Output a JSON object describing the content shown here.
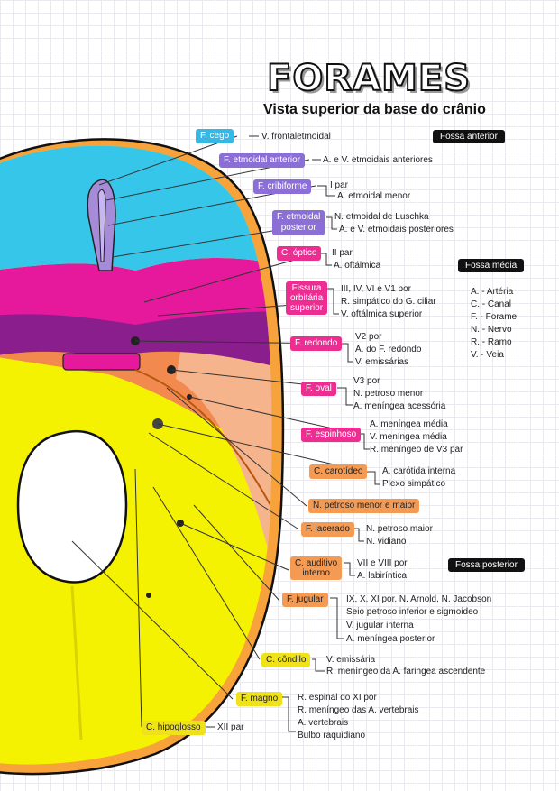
{
  "title": "FORAMES",
  "subtitle": "Vista superior da base do crânio",
  "colors": {
    "anterior": "#35c6ea",
    "cribriform": "#a58bd8",
    "magenta": "#e6199c",
    "purple": "#8a1e8c",
    "orange": "#f2894f",
    "peach": "#f6b48c",
    "yellow": "#f4f200",
    "cyan_label": "#35b8e6",
    "violet_label": "#8b6fd6",
    "pink_label": "#ee2d93",
    "orange_label": "#f59a53",
    "yellow_label": "#f0e21a"
  },
  "fossae": [
    "Fossa anterior",
    "Fossa média",
    "Fossa posterior"
  ],
  "legend": [
    "A. - Artéria",
    "C. - Canal",
    "F. - Forame",
    "N. - Nervo",
    "R. - Ramo",
    "V. - Veia"
  ],
  "foramina": [
    {
      "name": "F. cego",
      "contents": [
        "V. frontaletmoidal"
      ]
    },
    {
      "name": "F. etmoidal anterior",
      "contents": [
        "A. e V. etmoidais anteriores"
      ]
    },
    {
      "name": "F. cribiforme",
      "contents": [
        "I par",
        "A. etmoidal menor"
      ]
    },
    {
      "name": "F. etmoidal posterior",
      "name_lines": [
        "F. etmoidal",
        "posterior"
      ],
      "contents": [
        "N. etmoidal de Luschka",
        "A. e V. etmoidais posteriores"
      ]
    },
    {
      "name": "C. óptico",
      "contents": [
        "II par",
        "A. oftálmica"
      ]
    },
    {
      "name": "Fissura orbitária superior",
      "name_lines": [
        "Fissura",
        "orbitária",
        "superior"
      ],
      "contents": [
        "III, IV, VI e V1 por",
        "R. simpático do G. ciliar",
        "V. oftálmica superior"
      ]
    },
    {
      "name": "F. redondo",
      "contents": [
        "V2 por",
        "A. do F. redondo",
        "V. emissárias"
      ]
    },
    {
      "name": "F. oval",
      "contents": [
        "V3 por",
        "N. petroso menor",
        "A. meníngea acessória"
      ]
    },
    {
      "name": "F. espinhoso",
      "contents": [
        "A. meníngea média",
        "V. meníngea média",
        "R. meníngeo de V3 par"
      ]
    },
    {
      "name": "C. carotídeo",
      "contents": [
        "A. carótida interna",
        "Plexo simpático"
      ]
    },
    {
      "name": "N. petroso menor e maior",
      "contents": []
    },
    {
      "name": "F. lacerado",
      "contents": [
        "N. petroso maior",
        "N. vidiano"
      ]
    },
    {
      "name": "C. auditivo interno",
      "name_lines": [
        "C. auditivo",
        "interno"
      ],
      "contents": [
        "VII e VIII por",
        "A. labiríntica"
      ]
    },
    {
      "name": "F. jugular",
      "contents": [
        "IX, X, XI por, N. Arnold, N. Jacobson",
        "Seio petroso inferior e sigmoideo",
        "V. jugular interna",
        "A. meníngea posterior"
      ]
    },
    {
      "name": "C. côndilo",
      "contents": [
        "V. emissária",
        "R. meníngeo da A. faringea ascendente"
      ]
    },
    {
      "name": "F. magno",
      "contents": [
        "R. espinal do XI por",
        "R. meníngeo das A. vertebrais",
        "A. vertebrais",
        "Bulbo raquidiano"
      ]
    },
    {
      "name": "C. hipoglosso",
      "contents": [
        "XII par"
      ]
    }
  ]
}
